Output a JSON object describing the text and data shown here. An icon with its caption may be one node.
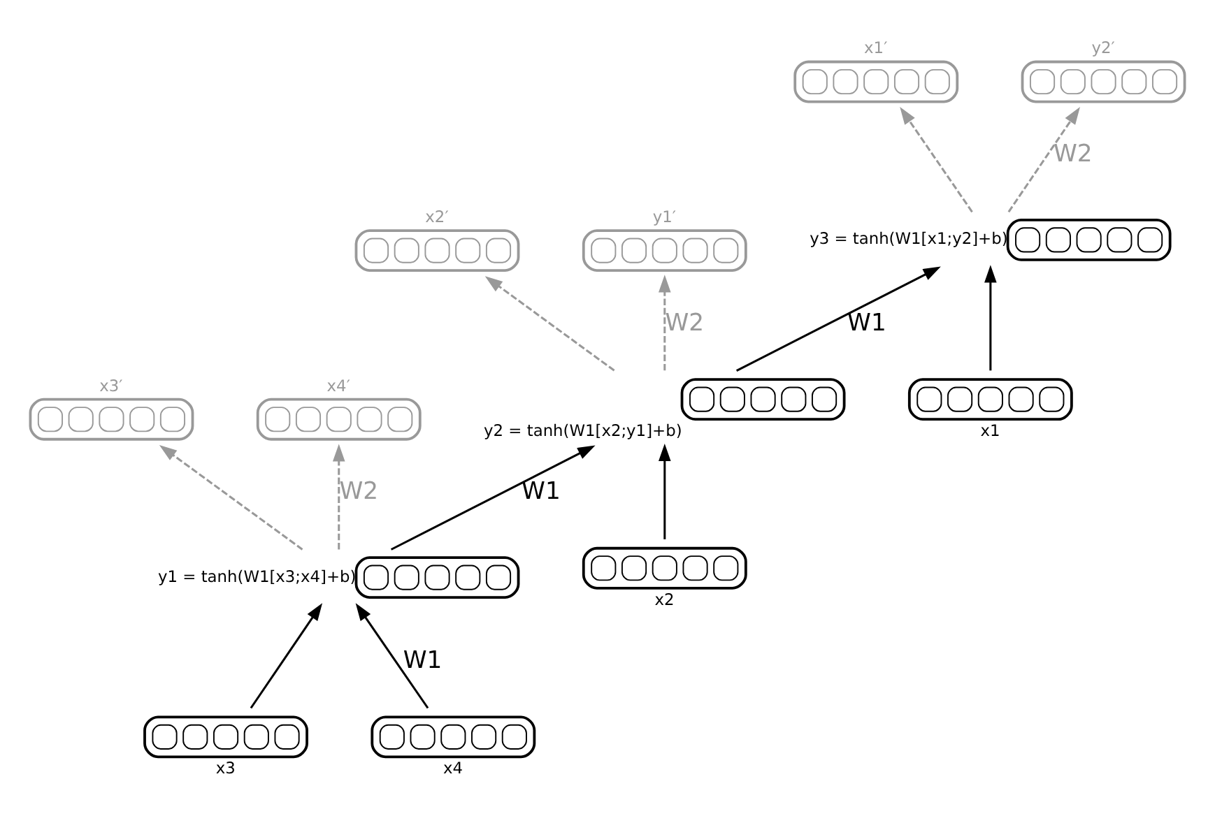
{
  "diagram": {
    "nodes": [
      {
        "text": [
          "x1′"
        ]
      },
      {
        "text": [
          "y2′"
        ]
      },
      {
        "text": [],
        "shape": "box",
        "beside": [
          "y3 = tanh(W1[x1;y2]+b)"
        ]
      },
      {
        "text": [
          "x2′"
        ]
      },
      {
        "text": [
          "y1′"
        ]
      },
      {
        "text": [],
        "shape": "box",
        "beside": [
          "y2 = tanh(W1[x2;y1]+b)"
        ]
      },
      {
        "text": [
          "x3′"
        ]
      },
      {
        "text": [
          "x4′"
        ]
      },
      {
        "text": [],
        "shape": "box",
        "beside": [
          "y1 = tanh(W1[x3;x4]+b)"
        ]
      },
      {
        "text": [
          "x1"
        ]
      },
      {
        "text": [
          "x2"
        ]
      },
      {
        "text": [
          "x3"
        ]
      },
      {
        "text": [
          "x4"
        ]
      }
    ],
    "edges": [
      {
        "from": 9,
        "to": 2,
        "arrow": "to"
      },
      {
        "from": 5,
        "to": 2,
        "arrow": "to",
        "label": "W1"
      },
      {
        "from": 2,
        "to": 0,
        "arrow": "to",
        "style": "dashed",
        "color": "#999999"
      },
      {
        "from": 2,
        "to": 1,
        "arrow": "to",
        "style": "dashed",
        "color": "#999999",
        "label": "W2"
      },
      {
        "from": 10,
        "to": 5,
        "arrow": "to"
      },
      {
        "from": 8,
        "to": 5,
        "arrow": "to",
        "label": "W1"
      },
      {
        "from": 5,
        "to": 3,
        "arrow": "to",
        "style": "dashed",
        "color": "#999999"
      },
      {
        "from": 5,
        "to": 4,
        "arrow": "to",
        "style": "dashed",
        "color": "#999999",
        "label": "W2"
      },
      {
        "from": 11,
        "to": 8,
        "arrow": "to"
      },
      {
        "from": 12,
        "to": 8,
        "arrow": "to",
        "label": "W1"
      },
      {
        "from": 8,
        "to": 6,
        "arrow": "to",
        "style": "dashed",
        "color": "#999999"
      },
      {
        "from": 8,
        "to": 7,
        "arrow": "to",
        "style": "dashed",
        "color": "#999999",
        "label": "W2"
      }
    ]
  }
}
